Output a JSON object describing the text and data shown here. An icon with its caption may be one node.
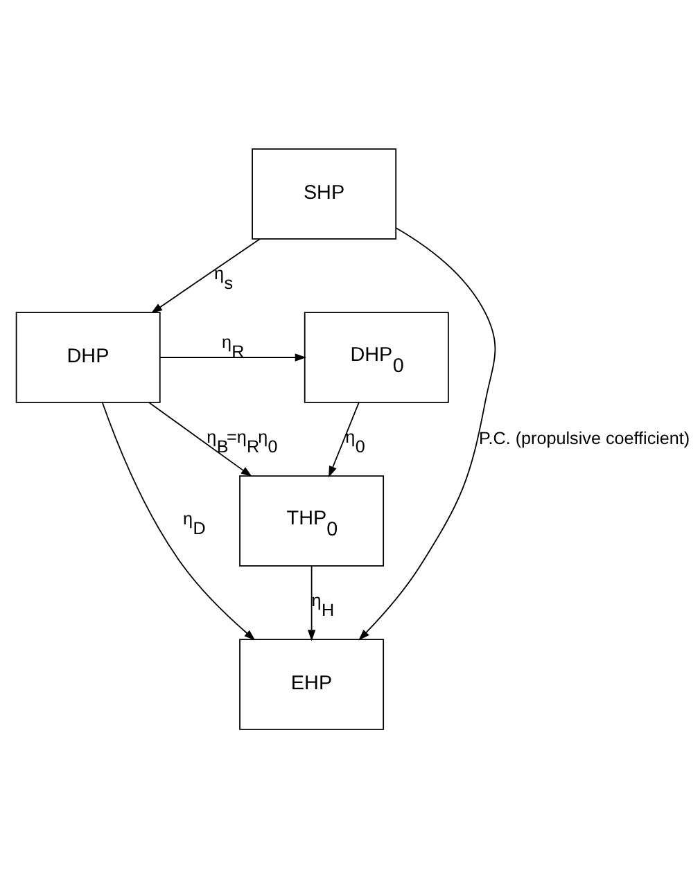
{
  "diagram": {
    "nodes": [
      {
        "text": [
          "SHP"
        ]
      },
      {
        "text": [
          "DHP"
        ]
      },
      {
        "text": [
          "DHP$_{0}$"
        ]
      },
      {
        "text": [
          "THP$_{0}$"
        ]
      },
      {
        "text": [
          "EHP"
        ]
      }
    ],
    "edges": [
      {
        "from": 0,
        "to": 1,
        "arrow": "to",
        "label": "η$_{s}$"
      },
      {
        "from": 1,
        "to": 2,
        "arrow": "to",
        "label": "η$_{R}$"
      },
      {
        "from": 1,
        "to": 3,
        "arrow": "to",
        "label": "η$_{B}$=η$_{R}$η$_{0}$"
      },
      {
        "from": 2,
        "to": 3,
        "arrow": "to",
        "label": "η$_{0}$"
      },
      {
        "from": 3,
        "to": 4,
        "arrow": "to",
        "label": "η$_{H}$"
      },
      {
        "from": 1,
        "to": 4,
        "arrow": "to",
        "label": "η$_{D}$"
      },
      {
        "from": 0,
        "to": 4,
        "arrow": "to",
        "label": "P.C. (propulsive coefficient)"
      }
    ]
  }
}
